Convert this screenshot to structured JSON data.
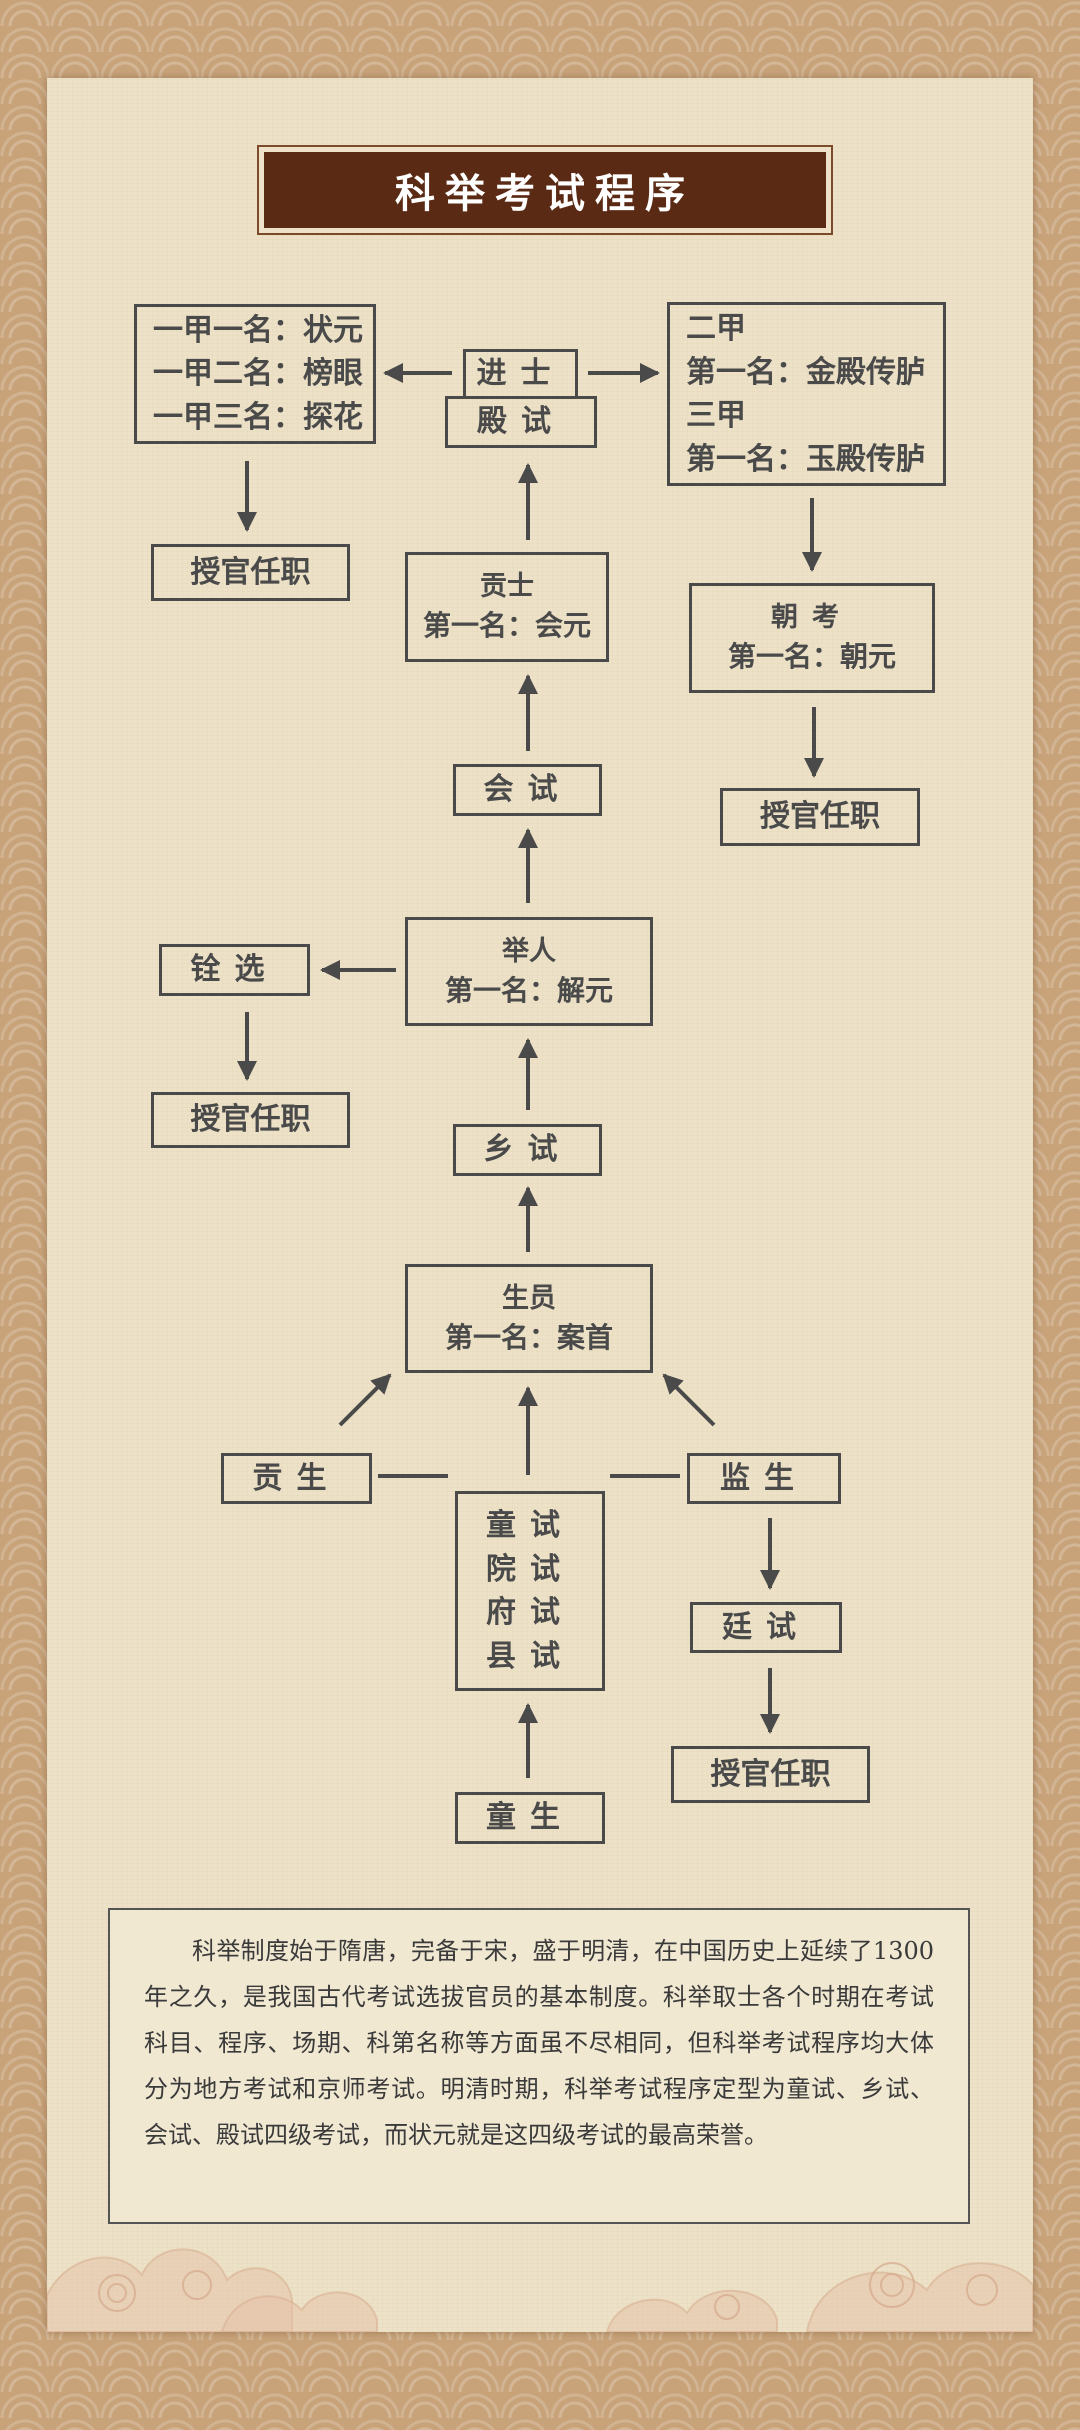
{
  "title": "科举考试程序",
  "nodes": {
    "jinshi": "进士",
    "dianshi": "殿试",
    "first_class": [
      "一甲一名：状元",
      "一甲二名：榜眼",
      "一甲三名：探花"
    ],
    "first_class_appoint": "授官任职",
    "second_third_class": [
      "二甲",
      "第一名：金殿传胪",
      "三甲",
      "第一名：玉殿传胪"
    ],
    "chaokao": {
      "name": "朝考",
      "top": "第一名：朝元"
    },
    "chaokao_appoint": "授官任职",
    "gongshi": {
      "name": "贡士",
      "top": "第一名：会元"
    },
    "huishi": "会试",
    "juren": {
      "name": "举人",
      "top": "第一名：解元"
    },
    "quanxuan": "铨选",
    "quanxuan_appoint": "授官任职",
    "xiangshi": "乡试",
    "shengyuan": {
      "name": "生员",
      "top": "第一名：案首"
    },
    "gongsheng": "贡生",
    "jiansheng": "监生",
    "tingshi": "廷试",
    "tingshi_appoint": "授官任职",
    "tongshi_group": [
      "童试",
      "院试",
      "府试",
      "县试"
    ],
    "tongsheng": "童生"
  },
  "description": "科举制度始于隋唐，完备于宋，盛于明清，在中国历史上延续了1300年之久，是我国古代考试选拔官员的基本制度。科举取士各个时期在考试科目、程序、场期、科第名称等方面虽不尽相同，但科举考试程序均大体分为地方考试和京师考试。明清时期，科举考试程序定型为童试、乡试、会试、殿试四级考试，而状元就是这四级考试的最高荣誉。",
  "colors": {
    "frame": "#c8a37a",
    "paper": "#ede2c7",
    "title_bg": "#5a2a14",
    "line": "#4a4a4a"
  },
  "icons": {
    "arrow": "arrow-icon",
    "cloud": "cloud-decoration"
  }
}
